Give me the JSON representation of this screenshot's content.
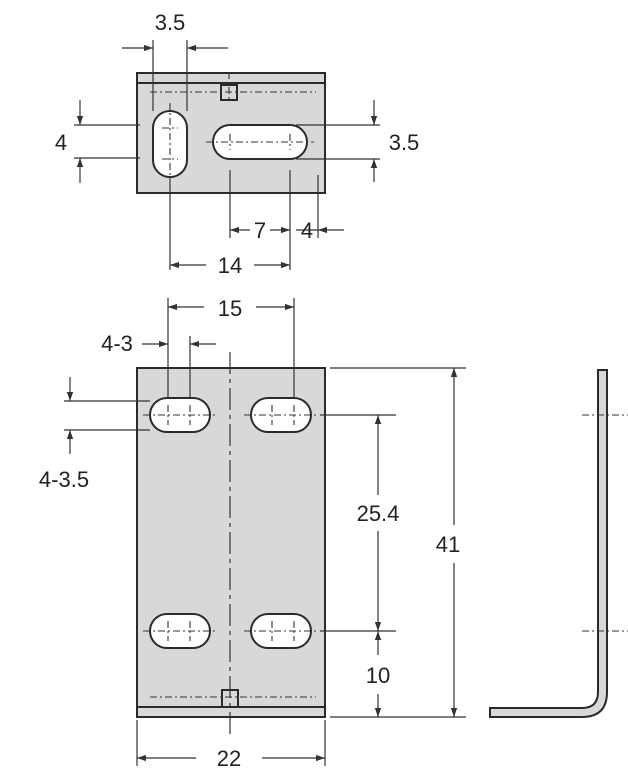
{
  "diagram": {
    "top_view": {
      "slot_width_label": "3.5",
      "slot_length_label": "4",
      "horizontal_slot_height_label": "3.5",
      "slot_travel_label": "7",
      "horizontal_slot_offset_label": "4",
      "slot_spacing_label": "14"
    },
    "front_view": {
      "hole_pitch_label": "15",
      "hole_width_label": "4-3",
      "hole_length_label": "4-3.5",
      "vertical_pitch_label": "25.4",
      "bottom_offset_label": "10",
      "height_label": "41",
      "width_label": "22"
    }
  }
}
